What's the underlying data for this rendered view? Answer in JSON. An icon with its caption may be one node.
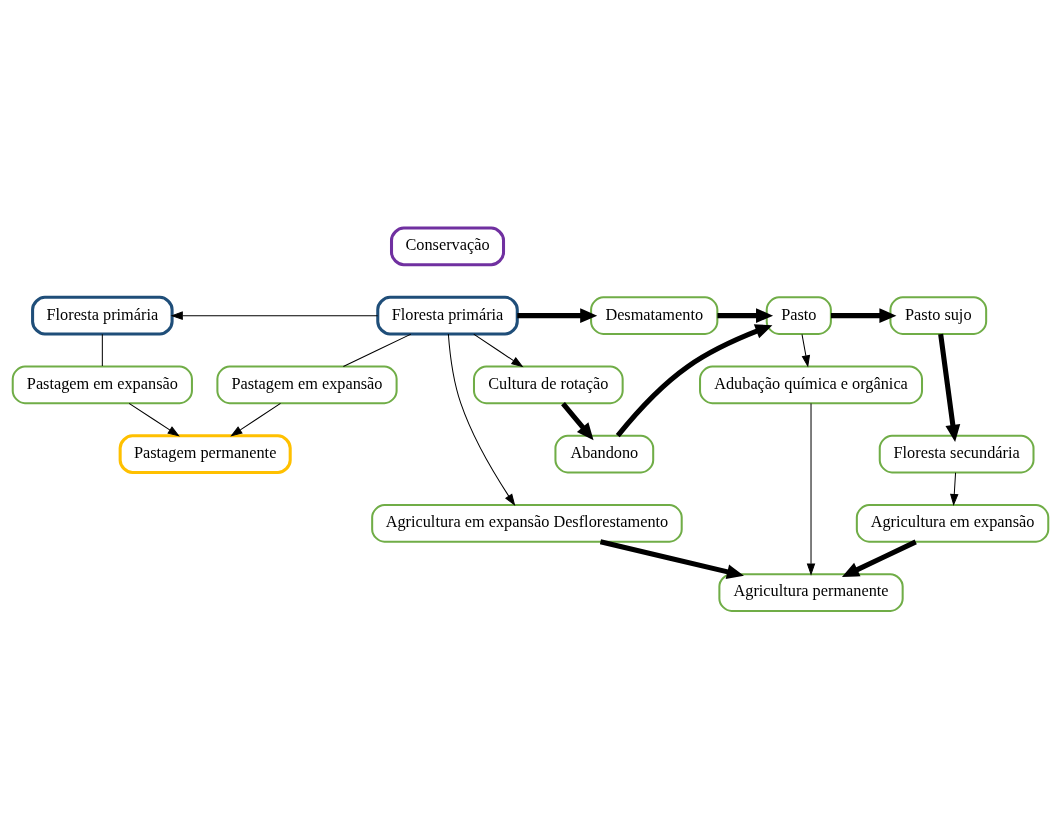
{
  "diagram": {
    "nodes": [
      {
        "text": [
          "Conservação"
        ]
      },
      {
        "text": [
          "Floresta primária"
        ]
      },
      {
        "text": [
          "Desmatamento"
        ]
      },
      {
        "text": [
          "Pasto"
        ]
      },
      {
        "text": [
          "Pasto sujo"
        ]
      },
      {
        "text": [
          "Floresta primária"
        ]
      },
      {
        "text": [
          "Abandono"
        ]
      },
      {
        "text": [
          "Floresta secundária"
        ]
      },
      {
        "text": [
          "Cultura de rotação"
        ]
      },
      {
        "text": [
          "Pastagem em expansão"
        ]
      },
      {
        "text": [
          "Adubação química e orgânica"
        ]
      },
      {
        "text": [
          "Pastagem em expansão"
        ]
      },
      {
        "text": [
          "Agricultura em expansão Desflorestamento"
        ]
      },
      {
        "text": [
          "Agricultura em expansão"
        ]
      },
      {
        "text": [
          "Agricultura permanente"
        ]
      },
      {
        "text": [
          "Pastagem permanente"
        ]
      }
    ],
    "edges": [
      {
        "from": 1,
        "to": 5,
        "arrow": "to"
      },
      {
        "from": 1,
        "to": 2,
        "arrow": "to",
        "style": "thick"
      },
      {
        "from": 2,
        "to": 3,
        "arrow": "to",
        "style": "thick"
      },
      {
        "from": 3,
        "to": 4,
        "arrow": "to",
        "style": "thick"
      },
      {
        "from": 4,
        "to": 7,
        "arrow": "to",
        "style": "thick"
      },
      {
        "from": 8,
        "to": 6,
        "arrow": "to",
        "style": "thick"
      },
      {
        "from": 6,
        "to": 3,
        "arrow": "to",
        "style": "thick"
      },
      {
        "from": 1,
        "to": 8,
        "arrow": "to"
      },
      {
        "from": 1,
        "to": 12,
        "arrow": "to"
      },
      {
        "from": 3,
        "to": 10,
        "arrow": "to"
      },
      {
        "from": 7,
        "to": 13,
        "arrow": "to"
      },
      {
        "from": 1,
        "to": 9,
        "arrow": "none"
      },
      {
        "from": 5,
        "to": 11,
        "arrow": "none"
      },
      {
        "from": 12,
        "to": 14,
        "arrow": "to",
        "style": "thick"
      },
      {
        "from": 13,
        "to": 14,
        "arrow": "to",
        "style": "thick"
      },
      {
        "from": 10,
        "to": 14,
        "arrow": "to"
      },
      {
        "from": 9,
        "to": 15,
        "arrow": "to"
      },
      {
        "from": 11,
        "to": 15,
        "arrow": "to"
      }
    ]
  }
}
